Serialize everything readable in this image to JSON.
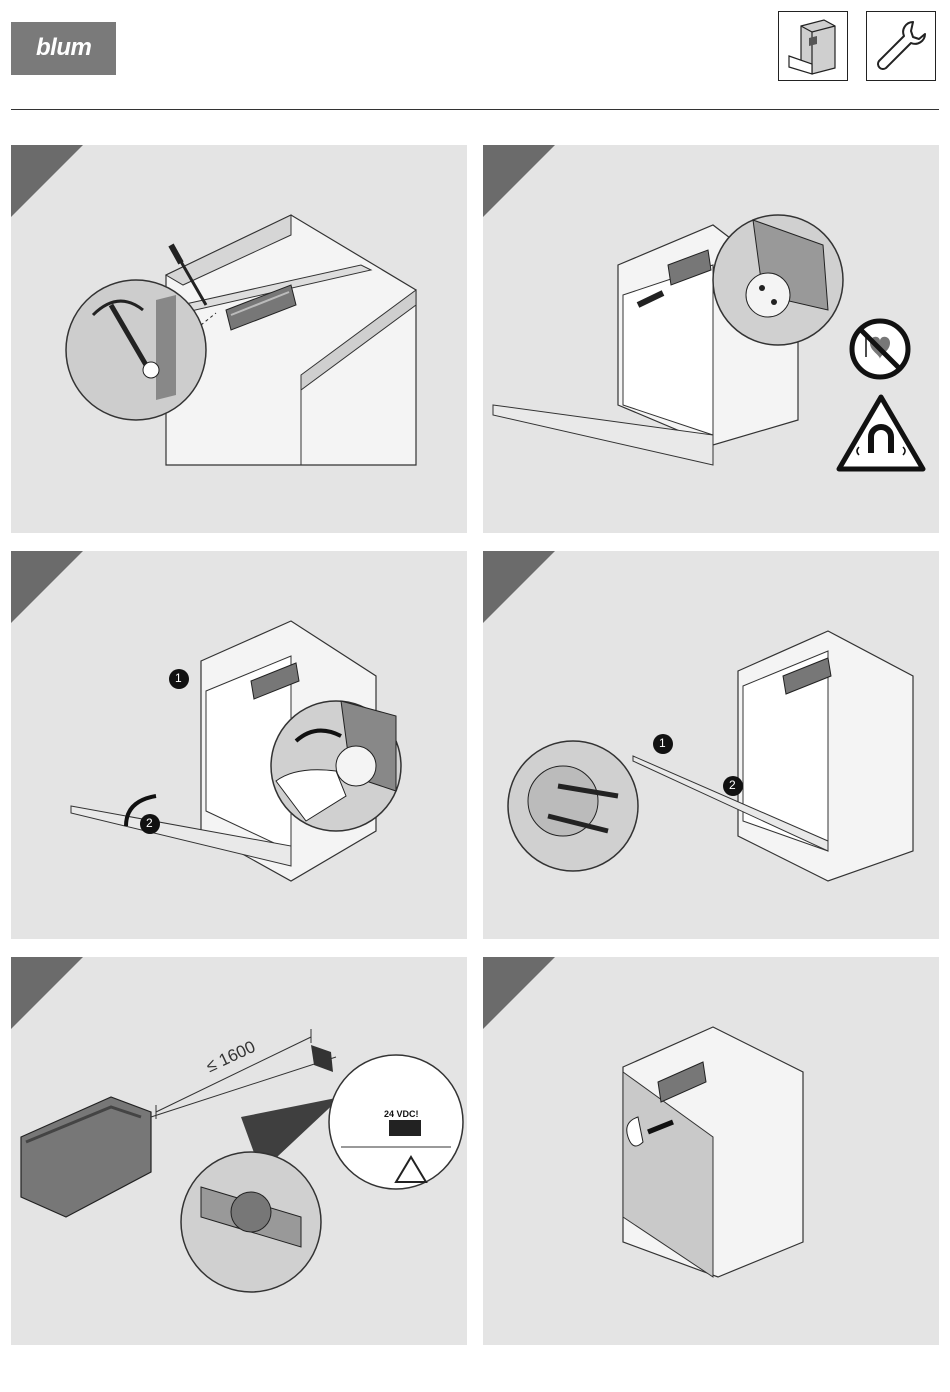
{
  "header": {
    "brand": "blum",
    "icons": [
      "drawer-assembly-icon",
      "wrench-icon"
    ]
  },
  "panels": [
    {
      "id": 1,
      "description": "screw-fixing"
    },
    {
      "id": 2,
      "description": "magnetic-warning",
      "warnings": [
        "no-pacemaker-icon",
        "magnetic-field-warning-icon"
      ]
    },
    {
      "id": 3,
      "description": "release-step",
      "markers": [
        "1",
        "2"
      ]
    },
    {
      "id": 4,
      "description": "screw-attach",
      "markers": [
        "1",
        "2"
      ]
    },
    {
      "id": 5,
      "description": "cable-length",
      "dimension": "≤ 1600",
      "label_voltage": "24 VDC!"
    },
    {
      "id": 6,
      "description": "push-to-open"
    }
  ],
  "colors": {
    "panel_bg": "#e4e4e4",
    "corner": "#6b6b6b",
    "logo_bg": "#7a7a7a"
  }
}
